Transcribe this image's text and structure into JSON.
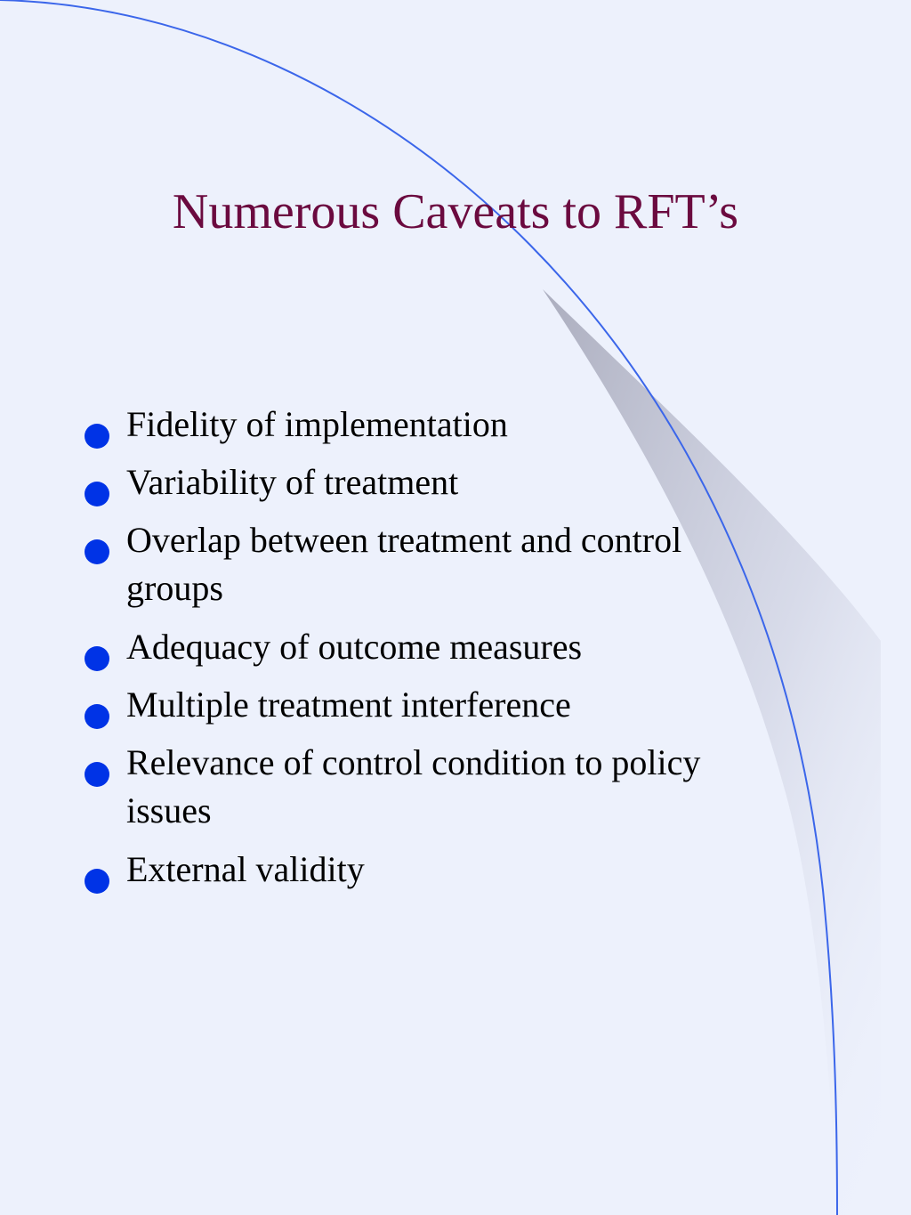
{
  "slide": {
    "title": "Numerous Caveats to RFT’s",
    "title_color": "#6b0a3f",
    "background_color": "#edf1fc",
    "accent_line_color": "#3b66ea",
    "bullet_color": "#0033e6",
    "bullets": [
      "Fidelity of implementation",
      "Variability of treatment",
      "Overlap between treatment and control groups",
      "Adequacy of outcome measures",
      "Multiple treatment interference",
      "Relevance of control condition to policy issues",
      "External validity"
    ]
  }
}
